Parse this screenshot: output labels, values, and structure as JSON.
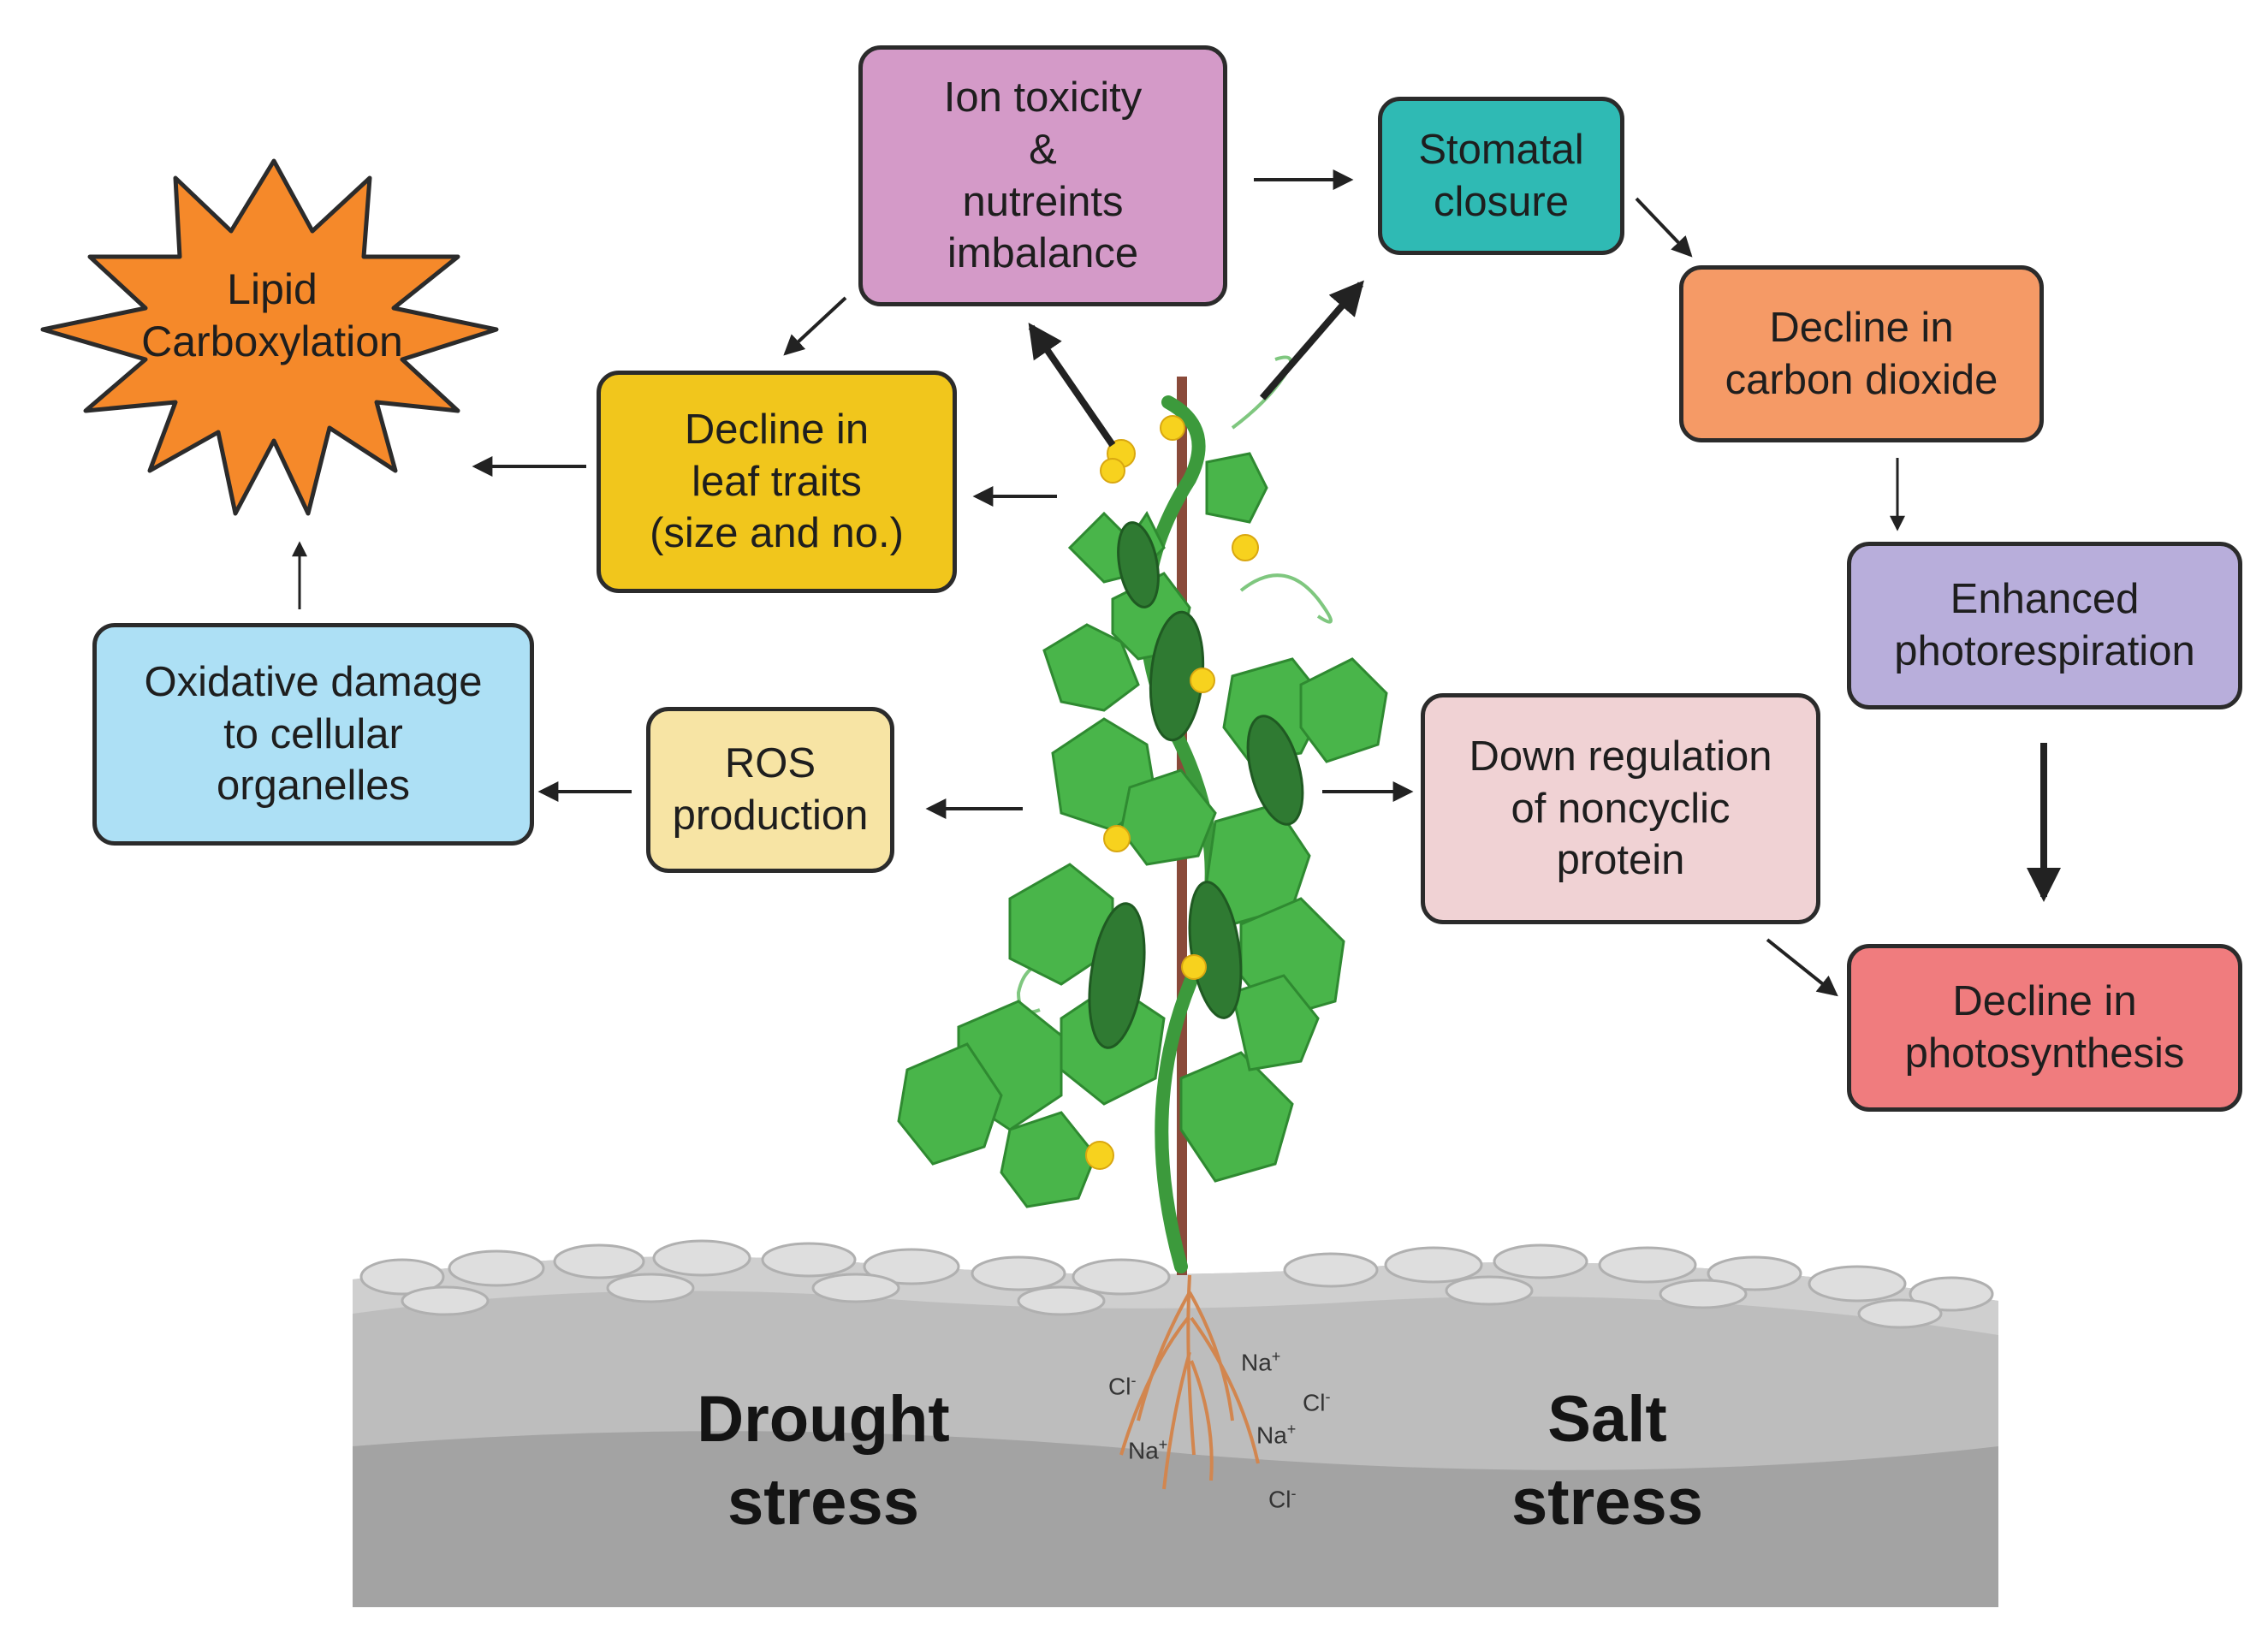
{
  "boxes": {
    "ion_toxicity": "Ion toxicity\n&\nnutreints\nimbalance",
    "stomatal_closure": "Stomatal\nclosure",
    "decline_co2": "Decline in\ncarbon dioxide",
    "photorespiration": "Enhanced\nphotorespiration",
    "decline_photosynthesis": "Decline in\nphotosynthesis",
    "down_regulation": "Down regulation\nof noncyclic\nprotein",
    "leaf_traits": "Decline in\nleaf traits\n(size and no.)",
    "ros": "ROS\nproduction",
    "oxidative": "Oxidative damage\nto cellular\norganelles",
    "lipid": "Lipid\nCarboxylation"
  },
  "stress": {
    "drought": "Drought\nstress",
    "salt": "Salt\nstress"
  },
  "ions": {
    "cl_1": "Cl",
    "cl_1_sup": "-",
    "na_1": "Na",
    "na_1_sup": "+",
    "cl_2": "Cl",
    "cl_2_sup": "-",
    "na_2": "Na",
    "na_2_sup": "+",
    "na_3": "Na",
    "na_3_sup": "+",
    "cl_3": "Cl",
    "cl_3_sup": "-"
  },
  "colors": {
    "ion_toxicity": "#d49ac8",
    "stomatal_closure": "#2fbab4",
    "decline_co2": "#f59a66",
    "photorespiration": "#b8aedb",
    "decline_photosynthesis": "#f07c7e",
    "down_regulation": "#f0d2d4",
    "leaf_traits": "#f1c61c",
    "ros": "#f7e4a4",
    "oxidative": "#ade0f5",
    "lipid_star": "#f5892a",
    "soil": "#b5b5b5",
    "leaf": "#49b54a"
  },
  "icons": [
    "cucumber-plant-illustration",
    "soil-cross-section",
    "orange-burst-star"
  ]
}
